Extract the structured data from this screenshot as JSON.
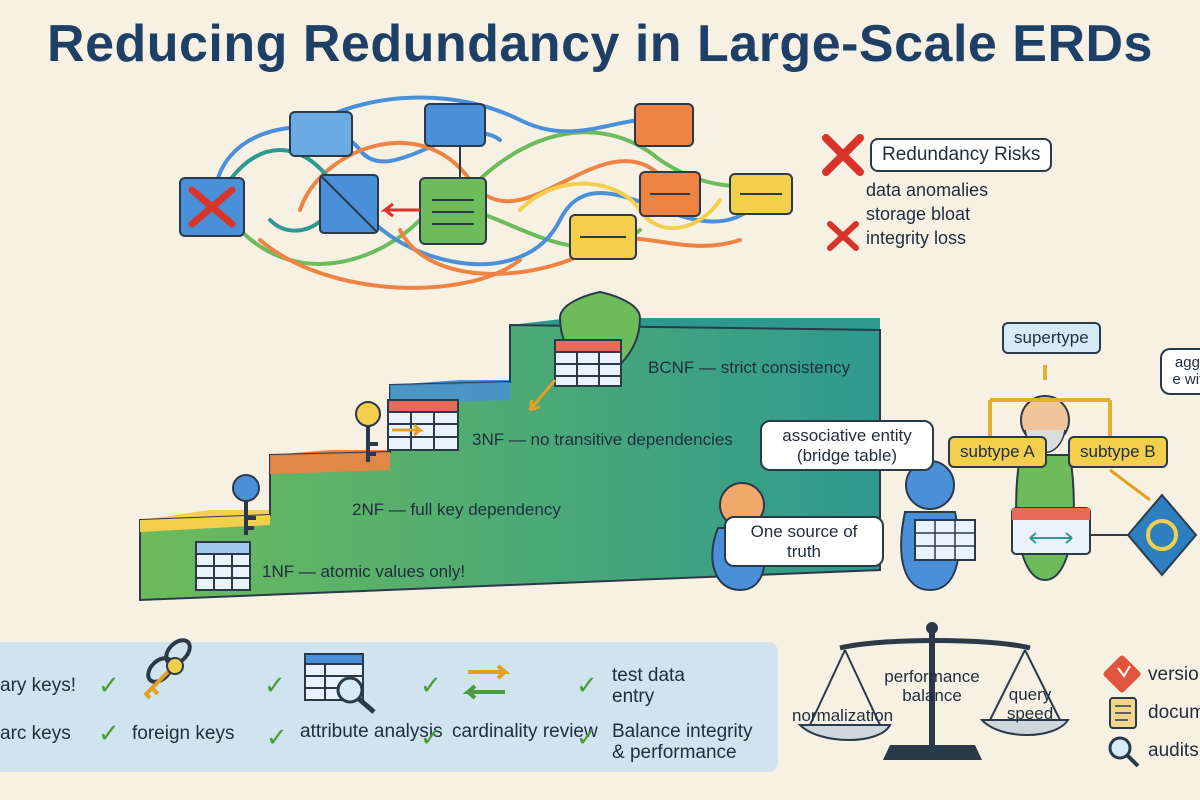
{
  "title": "Reducing Redundancy in Large-Scale ERDs",
  "risks": {
    "heading": "Redundancy Risks",
    "items": [
      "data anomalies",
      "storage bloat",
      "integrity loss"
    ]
  },
  "normal_forms": [
    {
      "label": "1NF — atomic values only!"
    },
    {
      "label": "2NF — full key dependency"
    },
    {
      "label": "3NF — no transitive dependencies"
    },
    {
      "label": "BCNF — strict consistency"
    }
  ],
  "callouts": {
    "one_source": "One source of truth",
    "associative": "associative entity (bridge table)",
    "supertype": "supertype",
    "subtype_a": "subtype A",
    "subtype_b": "subtype B",
    "aggregate_partial": "agg re with"
  },
  "checklist": [
    {
      "text": "ary keys!"
    },
    {
      "text": "arc keys"
    },
    {
      "text": "foreign keys"
    },
    {
      "text": "attribute analysis"
    },
    {
      "text": "cardinality review"
    },
    {
      "text": "test data entry"
    },
    {
      "text": "Balance integrity & performance"
    }
  ],
  "balance": {
    "center": "performance balance",
    "left": "normalization",
    "right": "query speed"
  },
  "right_list": [
    {
      "text": "versio",
      "icon": "version-icon"
    },
    {
      "text": "docum",
      "icon": "document-icon"
    },
    {
      "text": "audits",
      "icon": "magnifier-icon"
    }
  ],
  "colors": {
    "title": "#1e4066",
    "blue": "#4a90d9",
    "green": "#6dbb5a",
    "orange": "#ee8444",
    "yellow": "#f3cf4d",
    "red": "#d9342b",
    "teal": "#2e9a8f"
  }
}
